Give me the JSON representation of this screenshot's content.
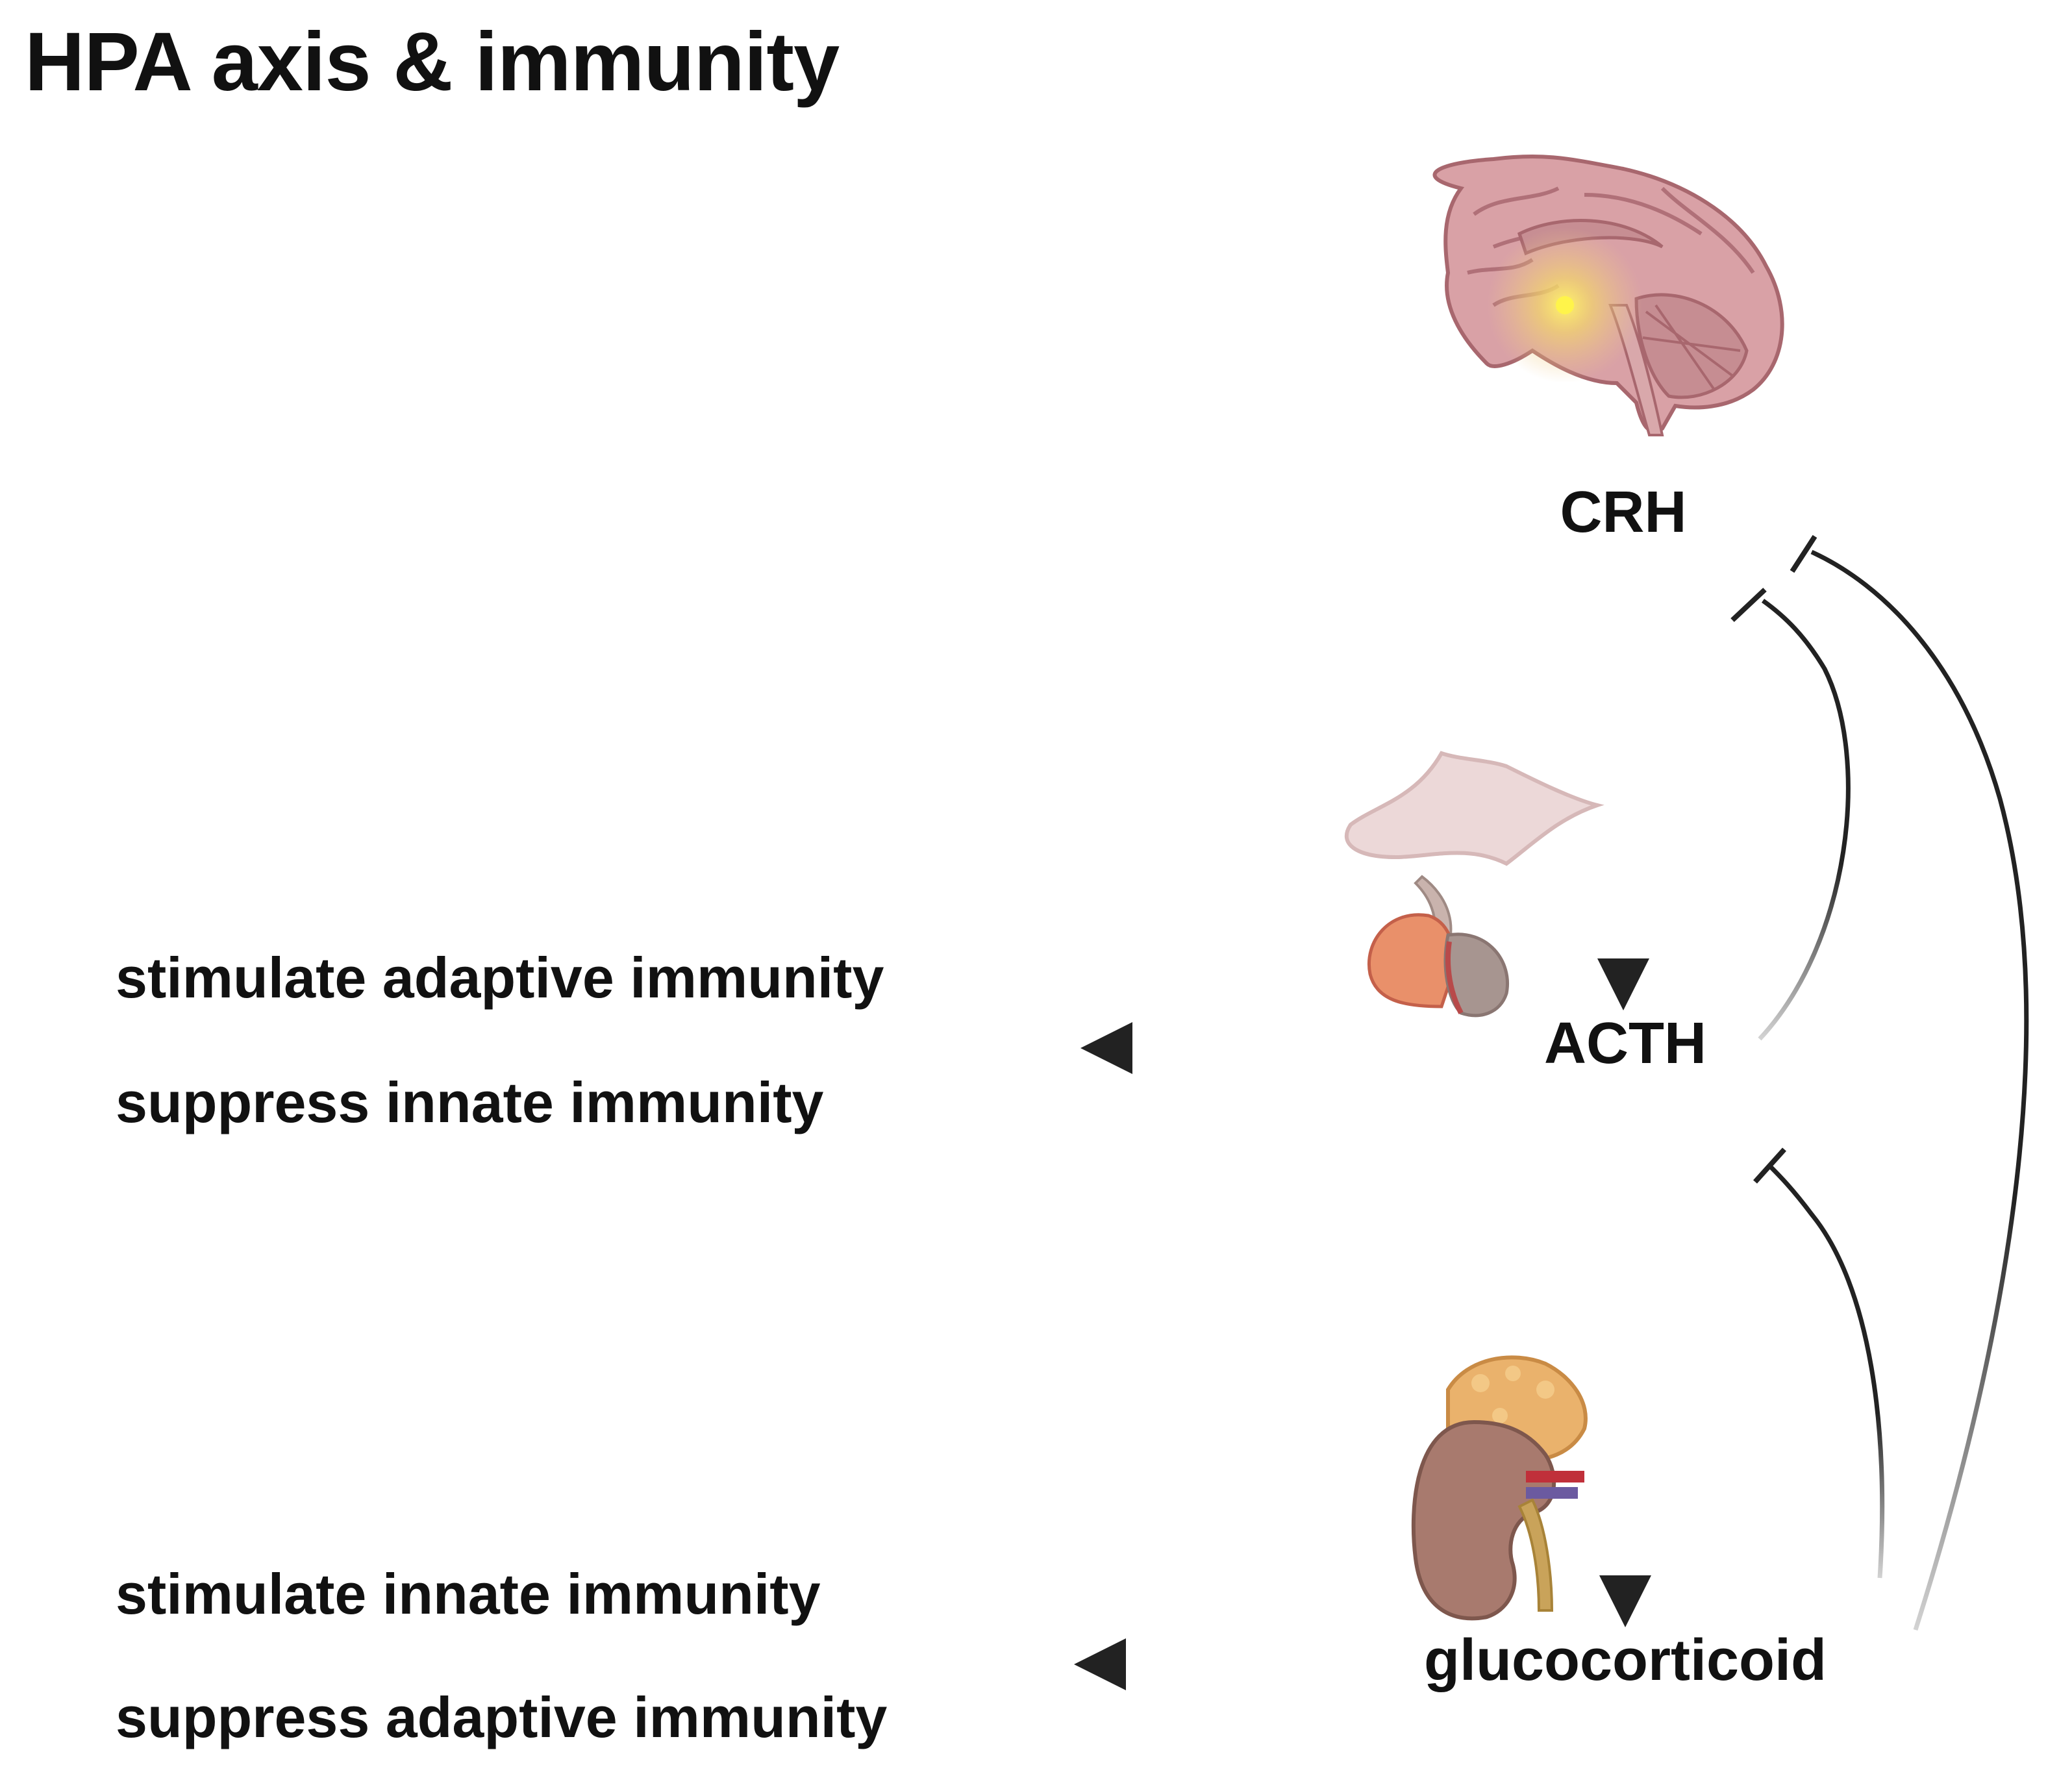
{
  "title": "HPA axis & immunity",
  "nodes": {
    "crh": "CRH",
    "acth": "ACTH",
    "glucocorticoid": "glucocorticoid"
  },
  "acth_effects": [
    "stimulate adaptive immunity",
    "suppress innate immunity"
  ],
  "glucocorticoid_effects": [
    "stimulate innate immunity",
    "suppress adaptive immunity"
  ],
  "icons": {
    "brain": "brain-hypothalamus-icon",
    "pituitary": "pituitary-gland-icon",
    "adrenal": "adrenal-kidney-icon"
  },
  "colors": {
    "text": "#111111",
    "arrow": "#222222",
    "brain": "#d9a1a6",
    "hypothalamus_glow": "#f5e23a",
    "pituitary": "#e9906a",
    "kidney": "#a87a6e",
    "adrenal": "#eab26c"
  }
}
